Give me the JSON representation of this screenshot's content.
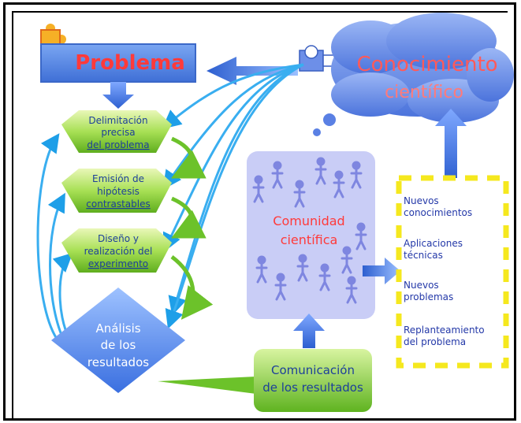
{
  "title_box": "Problema",
  "cloud": {
    "line1": "Conocimiento",
    "line2": "científico"
  },
  "steps": [
    {
      "lines": [
        "Delimitación",
        "precisa",
        "del problema"
      ]
    },
    {
      "lines": [
        "Emisión de",
        "hipótesis",
        "contrastables"
      ]
    },
    {
      "lines": [
        "Diseño y",
        "realización del",
        "experimento"
      ]
    }
  ],
  "analysis": {
    "lines": [
      "Análisis",
      "de los",
      "resultados"
    ]
  },
  "community": {
    "line1": "Comunidad",
    "line2": "científica"
  },
  "communication": {
    "line1": "Comunicación",
    "line2": "de los resultados"
  },
  "outcomes": [
    {
      "lines": [
        "Nuevos",
        "conocimientos"
      ]
    },
    {
      "lines": [
        "Aplicaciones",
        "técnicas"
      ]
    },
    {
      "lines": [
        "Nuevos",
        "problemas"
      ]
    },
    {
      "lines": [
        "Replanteamiento",
        "del problema"
      ]
    }
  ],
  "colors": {
    "blue": "#4a7fe0",
    "dark_blue": "#2f5fc8",
    "red_text": "#ff3a3a",
    "green": "#7ccc2c",
    "cloud": "#5f86e8",
    "yellow_dash": "#f5e81e",
    "light_blue_arrow": "#39aef0"
  }
}
